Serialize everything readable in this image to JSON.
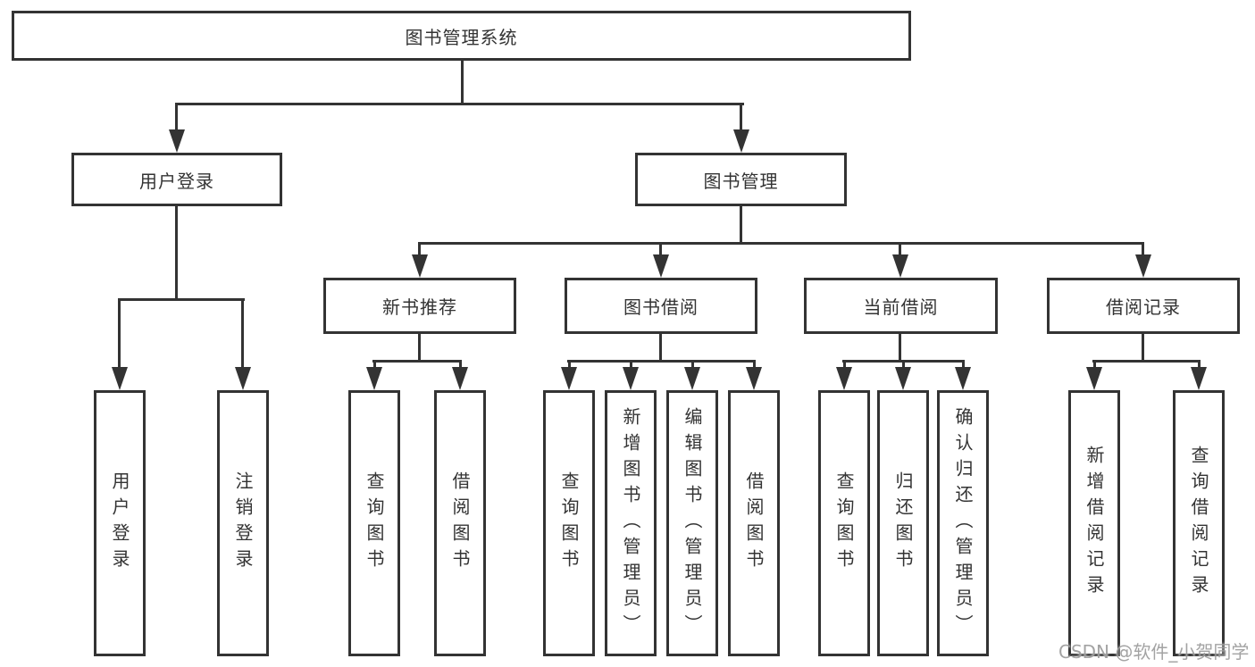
{
  "diagram": {
    "type": "tree",
    "root": "图书管理系统",
    "branches": [
      {
        "label": "用户登录",
        "leaves": [
          "用户登录",
          "注销登录"
        ]
      },
      {
        "label": "图书管理",
        "groups": [
          {
            "label": "新书推荐",
            "leaves": [
              "查询图书",
              "借阅图书"
            ]
          },
          {
            "label": "图书借阅",
            "leaves": [
              "查询图书",
              "新增图书（管理员）",
              "编辑图书（管理员）",
              "借阅图书"
            ]
          },
          {
            "label": "当前借阅",
            "leaves": [
              "查询图书",
              "归还图书",
              "确认归还（管理员）"
            ]
          },
          {
            "label": "借阅记录",
            "leaves": [
              "新增借阅记录",
              "查询借阅记录"
            ]
          }
        ]
      }
    ]
  },
  "watermark": "CSDN @软件_小贺同学",
  "colors": {
    "line": "#333333",
    "box_border": "#333333",
    "box_fill": "#ffffff",
    "text": "#333333",
    "watermark": "#9b9b9b",
    "background": "#ffffff"
  }
}
